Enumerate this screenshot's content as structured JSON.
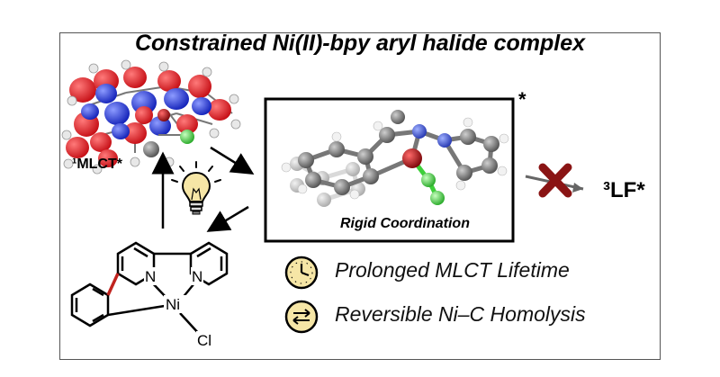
{
  "title": "Constrained Ni(II)-bpy aryl halide complex",
  "excited_state_label": "¹MLCT*",
  "box_label": "Rigid Coordination",
  "box_star": "*",
  "product_state": "³LF*",
  "features": [
    {
      "icon": "clock-icon",
      "text": "Prolonged MLCT Lifetime"
    },
    {
      "icon": "exchange-arrows-icon",
      "text": "Reversible Ni–C Homolysis"
    }
  ],
  "structure_labels": {
    "n_left": "N",
    "n_right": "N",
    "metal": "Ni",
    "halide": "Cl"
  },
  "colors": {
    "orbital_red": "#e8141c",
    "orbital_blue": "#1a2fd6",
    "nickel": "#b30d12",
    "chloride": "#3ecf3a",
    "nitrogen": "#3a5ad8",
    "cross": "#8a1414",
    "icon_fill": "#f6e6a6"
  }
}
